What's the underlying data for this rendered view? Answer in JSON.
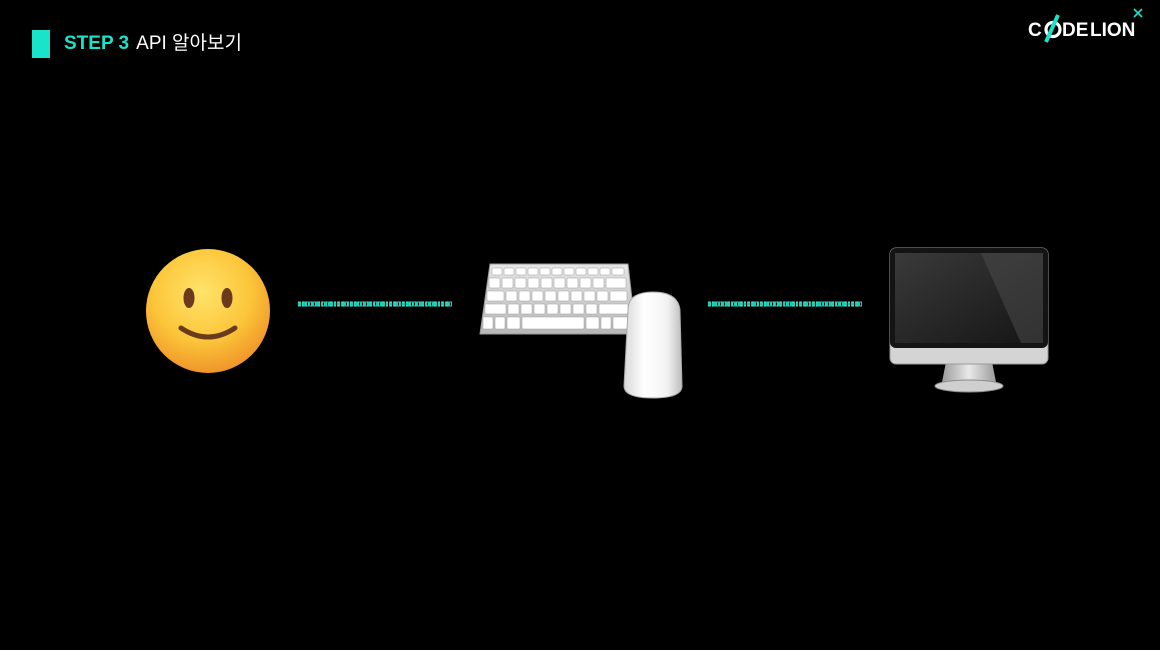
{
  "header": {
    "step_label": "STEP 3",
    "title": "API 알아보기"
  },
  "logo": {
    "left": "C",
    "slash_letter": "O",
    "middle": "DE",
    "right": "LION"
  },
  "diagram": {
    "nodes": [
      {
        "icon": "smiley-face-icon"
      },
      {
        "icon": "keyboard-icon"
      },
      {
        "icon": "mouse-icon"
      },
      {
        "icon": "desktop-computer-icon"
      }
    ],
    "connector_color": "#19e3c8"
  },
  "colors": {
    "accent": "#19e3c8",
    "background": "#000000",
    "text": "#ffffff"
  }
}
